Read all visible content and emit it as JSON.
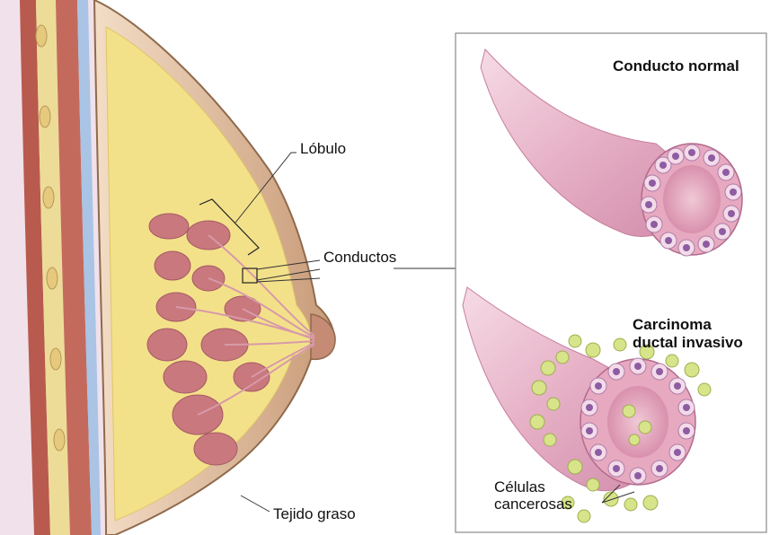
{
  "labels": {
    "lobule": "Lóbulo",
    "ducts": "Conductos",
    "fatty_tissue": "Tejido graso",
    "normal_duct": "Conducto normal",
    "invasive_carcinoma_line1": "Carcinoma",
    "invasive_carcinoma_line2": "ductal invasivo",
    "cancer_cells_line1": "Células",
    "cancer_cells_line2": "cancerosas"
  },
  "colors": {
    "skin": "#e9c9ad",
    "skin_edge": "#9e7a5c",
    "fat": "#f4e28a",
    "muscle": "#c9685a",
    "lobule": "#c9787e",
    "duct_wall": "#e7b7c9",
    "cell": "#8d5ca2",
    "cancer_cell": "#d7e48a"
  }
}
